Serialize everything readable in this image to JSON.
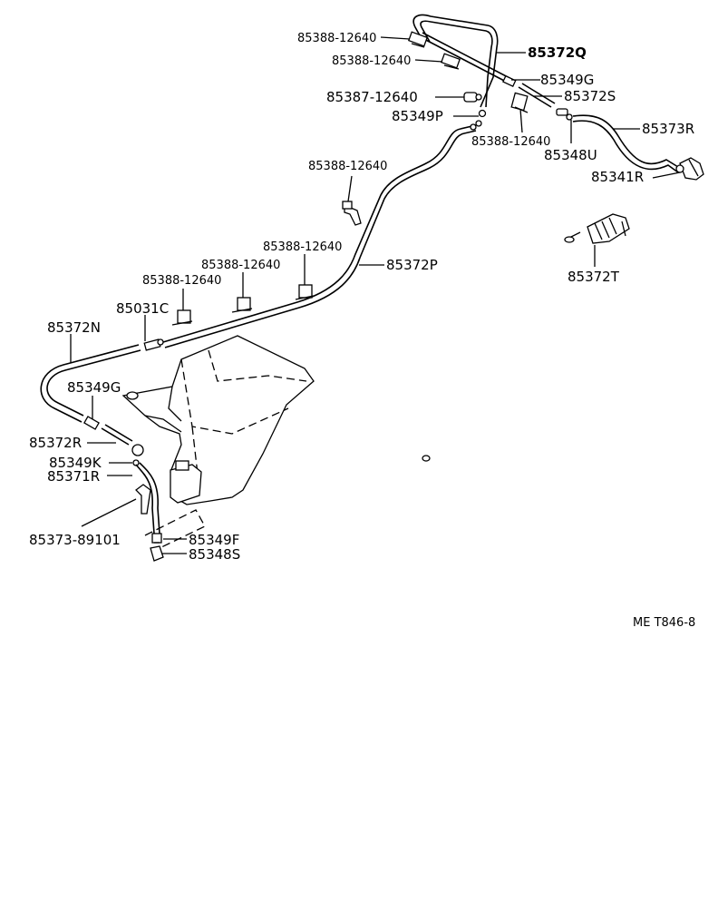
{
  "labels": {
    "p85388_top1": "85388-12640",
    "p85388_top2": "85388-12640",
    "p85372Q": "85372Q",
    "p85349G_top": "85349G",
    "p85387": "85387-12640",
    "p85372S": "85372S",
    "p85349P": "85349P",
    "p85388_mid": "85388-12640",
    "p85373R": "85373R",
    "p85348U": "85348U",
    "p85341R": "85341R",
    "p85388_left": "85388-12640",
    "p85372T": "85372T",
    "p85388_a": "85388-12640",
    "p85388_b": "85388-12640",
    "p85372P": "85372P",
    "p85388_c": "85388-12640",
    "p85031C": "85031C",
    "p85372N": "85372N",
    "p85349G_low": "85349G",
    "p85372R": "85372R",
    "p85349K": "85349K",
    "p85371R": "85371R",
    "p85373_89101": "85373-89101",
    "p85349F": "85349F",
    "p85348S": "85348S"
  },
  "ref_code": "ME T846-8"
}
